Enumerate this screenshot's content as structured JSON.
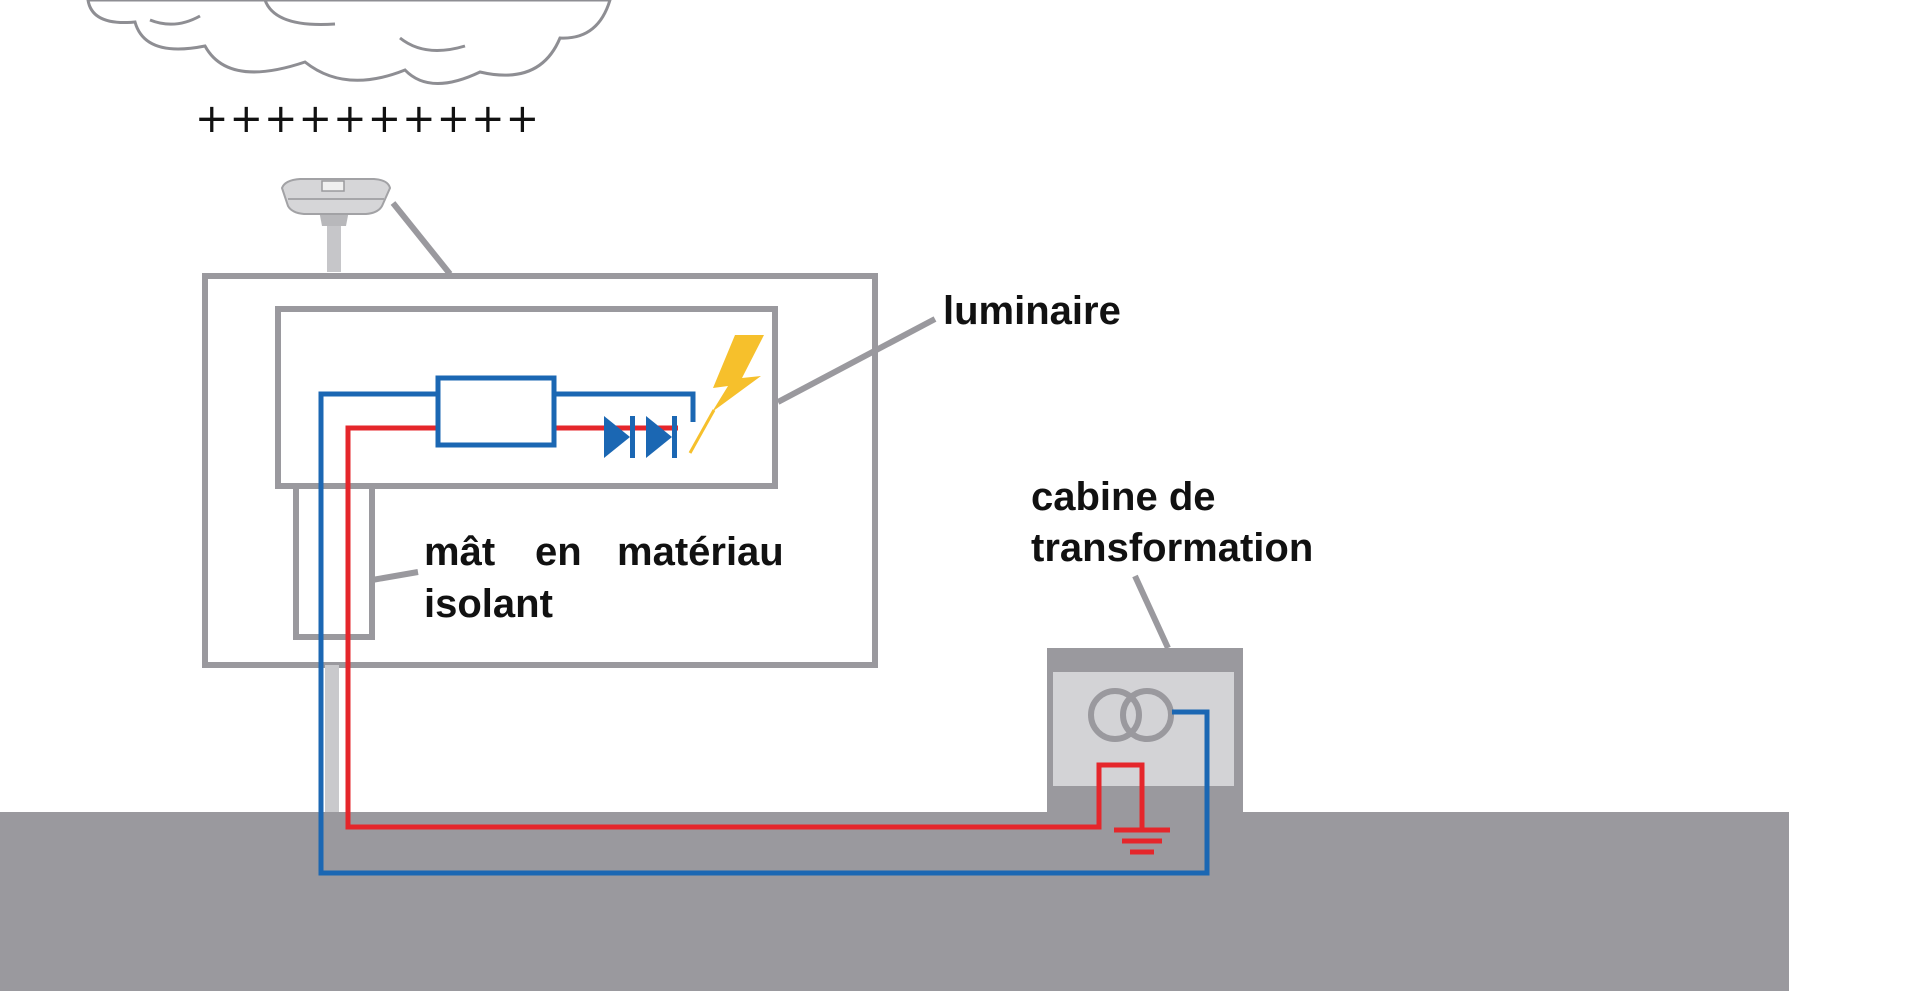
{
  "labels": {
    "charges": "++++++++++",
    "luminaire": "luminaire",
    "mast_line1_words": [
      "mât",
      "en",
      "matériau"
    ],
    "mast_line2": "isolant",
    "cabin_line1": "cabine de",
    "cabin_line2": "transformation"
  },
  "colors": {
    "frame": "#9a999e",
    "ground": "#9a999e",
    "phase_wire": "#e5262b",
    "neutral_wire": "#1b67b3",
    "diode": "#1b67b3",
    "lightning": "#f6c02c",
    "cabin_panel": "#d3d3d6"
  },
  "icons": {
    "cloud": "cloud-icon",
    "lamp": "street-lamp-icon",
    "lightning": "lightning-bolt-icon",
    "transformer": "transformer-icon",
    "earth": "earth-ground-icon",
    "diode": "led-diode-icon"
  }
}
